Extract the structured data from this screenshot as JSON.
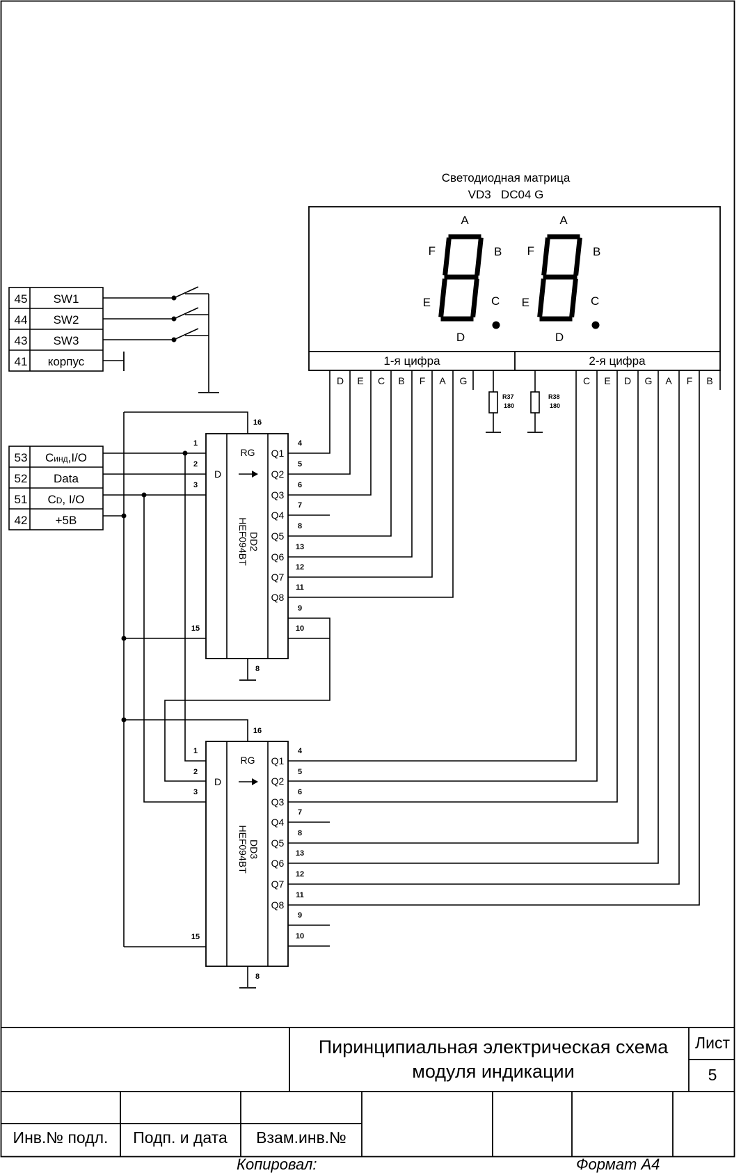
{
  "matrix": {
    "title": "Светодиодная матрица",
    "part": "VD3   DC04 G",
    "digit1_label": "1-я цифра",
    "digit2_label": "2-я цифра",
    "segments": {
      "a": "A",
      "b": "B",
      "c": "C",
      "d": "D",
      "e": "E",
      "f": "F"
    },
    "pins_digit1": [
      "D",
      "E",
      "C",
      "B",
      "F",
      "A",
      "G"
    ],
    "pins_digit2": [
      "C",
      "E",
      "D",
      "G",
      "A",
      "F",
      "B"
    ]
  },
  "resistors": [
    {
      "ref": "R37",
      "value": "180"
    },
    {
      "ref": "R38",
      "value": "180"
    }
  ],
  "connector_top": [
    {
      "num": "45",
      "name": "SW1"
    },
    {
      "num": "44",
      "name": "SW2"
    },
    {
      "num": "43",
      "name": "SW3"
    },
    {
      "num": "41",
      "name": "корпус"
    }
  ],
  "connector_bottom": {
    "nums": [
      "53",
      "52",
      "51",
      "42"
    ],
    "data_label": "Data",
    "cind_main": "C",
    "cind_sub": "инд",
    "cind_rest": ",I/O",
    "cd_main": "C",
    "cd_sub": "D",
    "cd_rest": ", I/O",
    "power_label": "+5В"
  },
  "chips": [
    {
      "ref": "DD2",
      "part": "HEF094BT"
    },
    {
      "ref": "DD3",
      "part": "HEF094BT"
    }
  ],
  "chip_common": {
    "func": "RG",
    "d_label": "D",
    "outputs": [
      "Q1",
      "Q2",
      "Q3",
      "Q4",
      "Q5",
      "Q6",
      "Q7",
      "Q8"
    ],
    "left_pins": [
      "1",
      "2",
      "3",
      "15"
    ],
    "right_pins": [
      "4",
      "5",
      "6",
      "7",
      "8",
      "13",
      "12",
      "11",
      "9",
      "10"
    ],
    "top_pin": "16",
    "bottom_pin": "8"
  },
  "stamp": {
    "title_line1": "Пиринципиальная электрическая схема",
    "title_line2": "модуля индикации",
    "sheet_label": "Лист",
    "sheet_no": "5",
    "col1": "Инв.№ подл.",
    "col2": "Подп. и дата",
    "col3": "Взам.инв.№",
    "copied": "Копировал:",
    "format": "Формат А4"
  }
}
